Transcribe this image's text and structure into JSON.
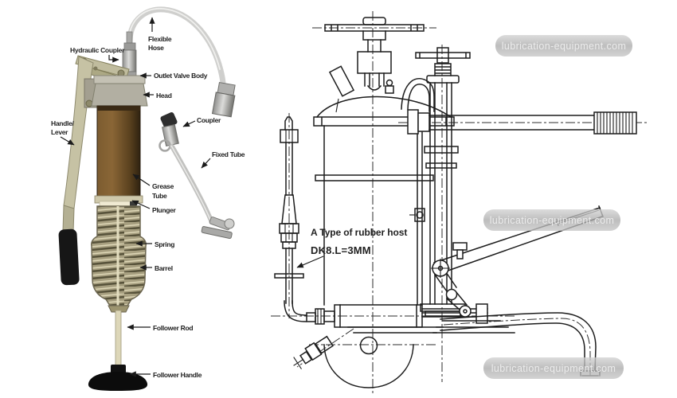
{
  "page": {
    "background": "#ffffff"
  },
  "watermark": {
    "text": "lubrication-equipment.com",
    "band_color": "#b9b9b9",
    "text_color": "#ececec"
  },
  "colors": {
    "drawing_line": "#1c1c1c",
    "label_text": "#1e1e1e",
    "grease_tube_brown": "#6b4c26",
    "handle_beige": "#c6c2a4",
    "metal_gray": "#b5b5b3",
    "grip_black": "#151515"
  },
  "left_diagram": {
    "name": "grease gun labeled parts",
    "labels": {
      "flexible_hose": {
        "line1": "Flexible",
        "line2": "Hose"
      },
      "hydraulic_coupler": {
        "text": "Hydraulic Coupler"
      },
      "outlet_valve_body": {
        "text": "Outlet Valve Body"
      },
      "head": {
        "text": "Head"
      },
      "coupler": {
        "text": "Coupler"
      },
      "fixed_tube": {
        "text": "Fixed Tube"
      },
      "grease_tube": {
        "line1": "Grease",
        "line2": "Tube"
      },
      "plunger": {
        "text": "Plunger"
      },
      "spring": {
        "text": "Spring"
      },
      "barrel": {
        "text": "Barrel"
      },
      "follower_rod": {
        "text": "Follower Rod"
      },
      "follower_handle": {
        "text": "Follower Handle"
      },
      "handle_lever": {
        "line1": "Handle/",
        "line2": "Lever"
      }
    }
  },
  "right_diagram": {
    "name": "hand pump technical drawing",
    "annotations": {
      "rubber_hose_note_line1": "A Type of rubber host",
      "rubber_hose_note_line2": "DK8.L=3MM"
    }
  }
}
